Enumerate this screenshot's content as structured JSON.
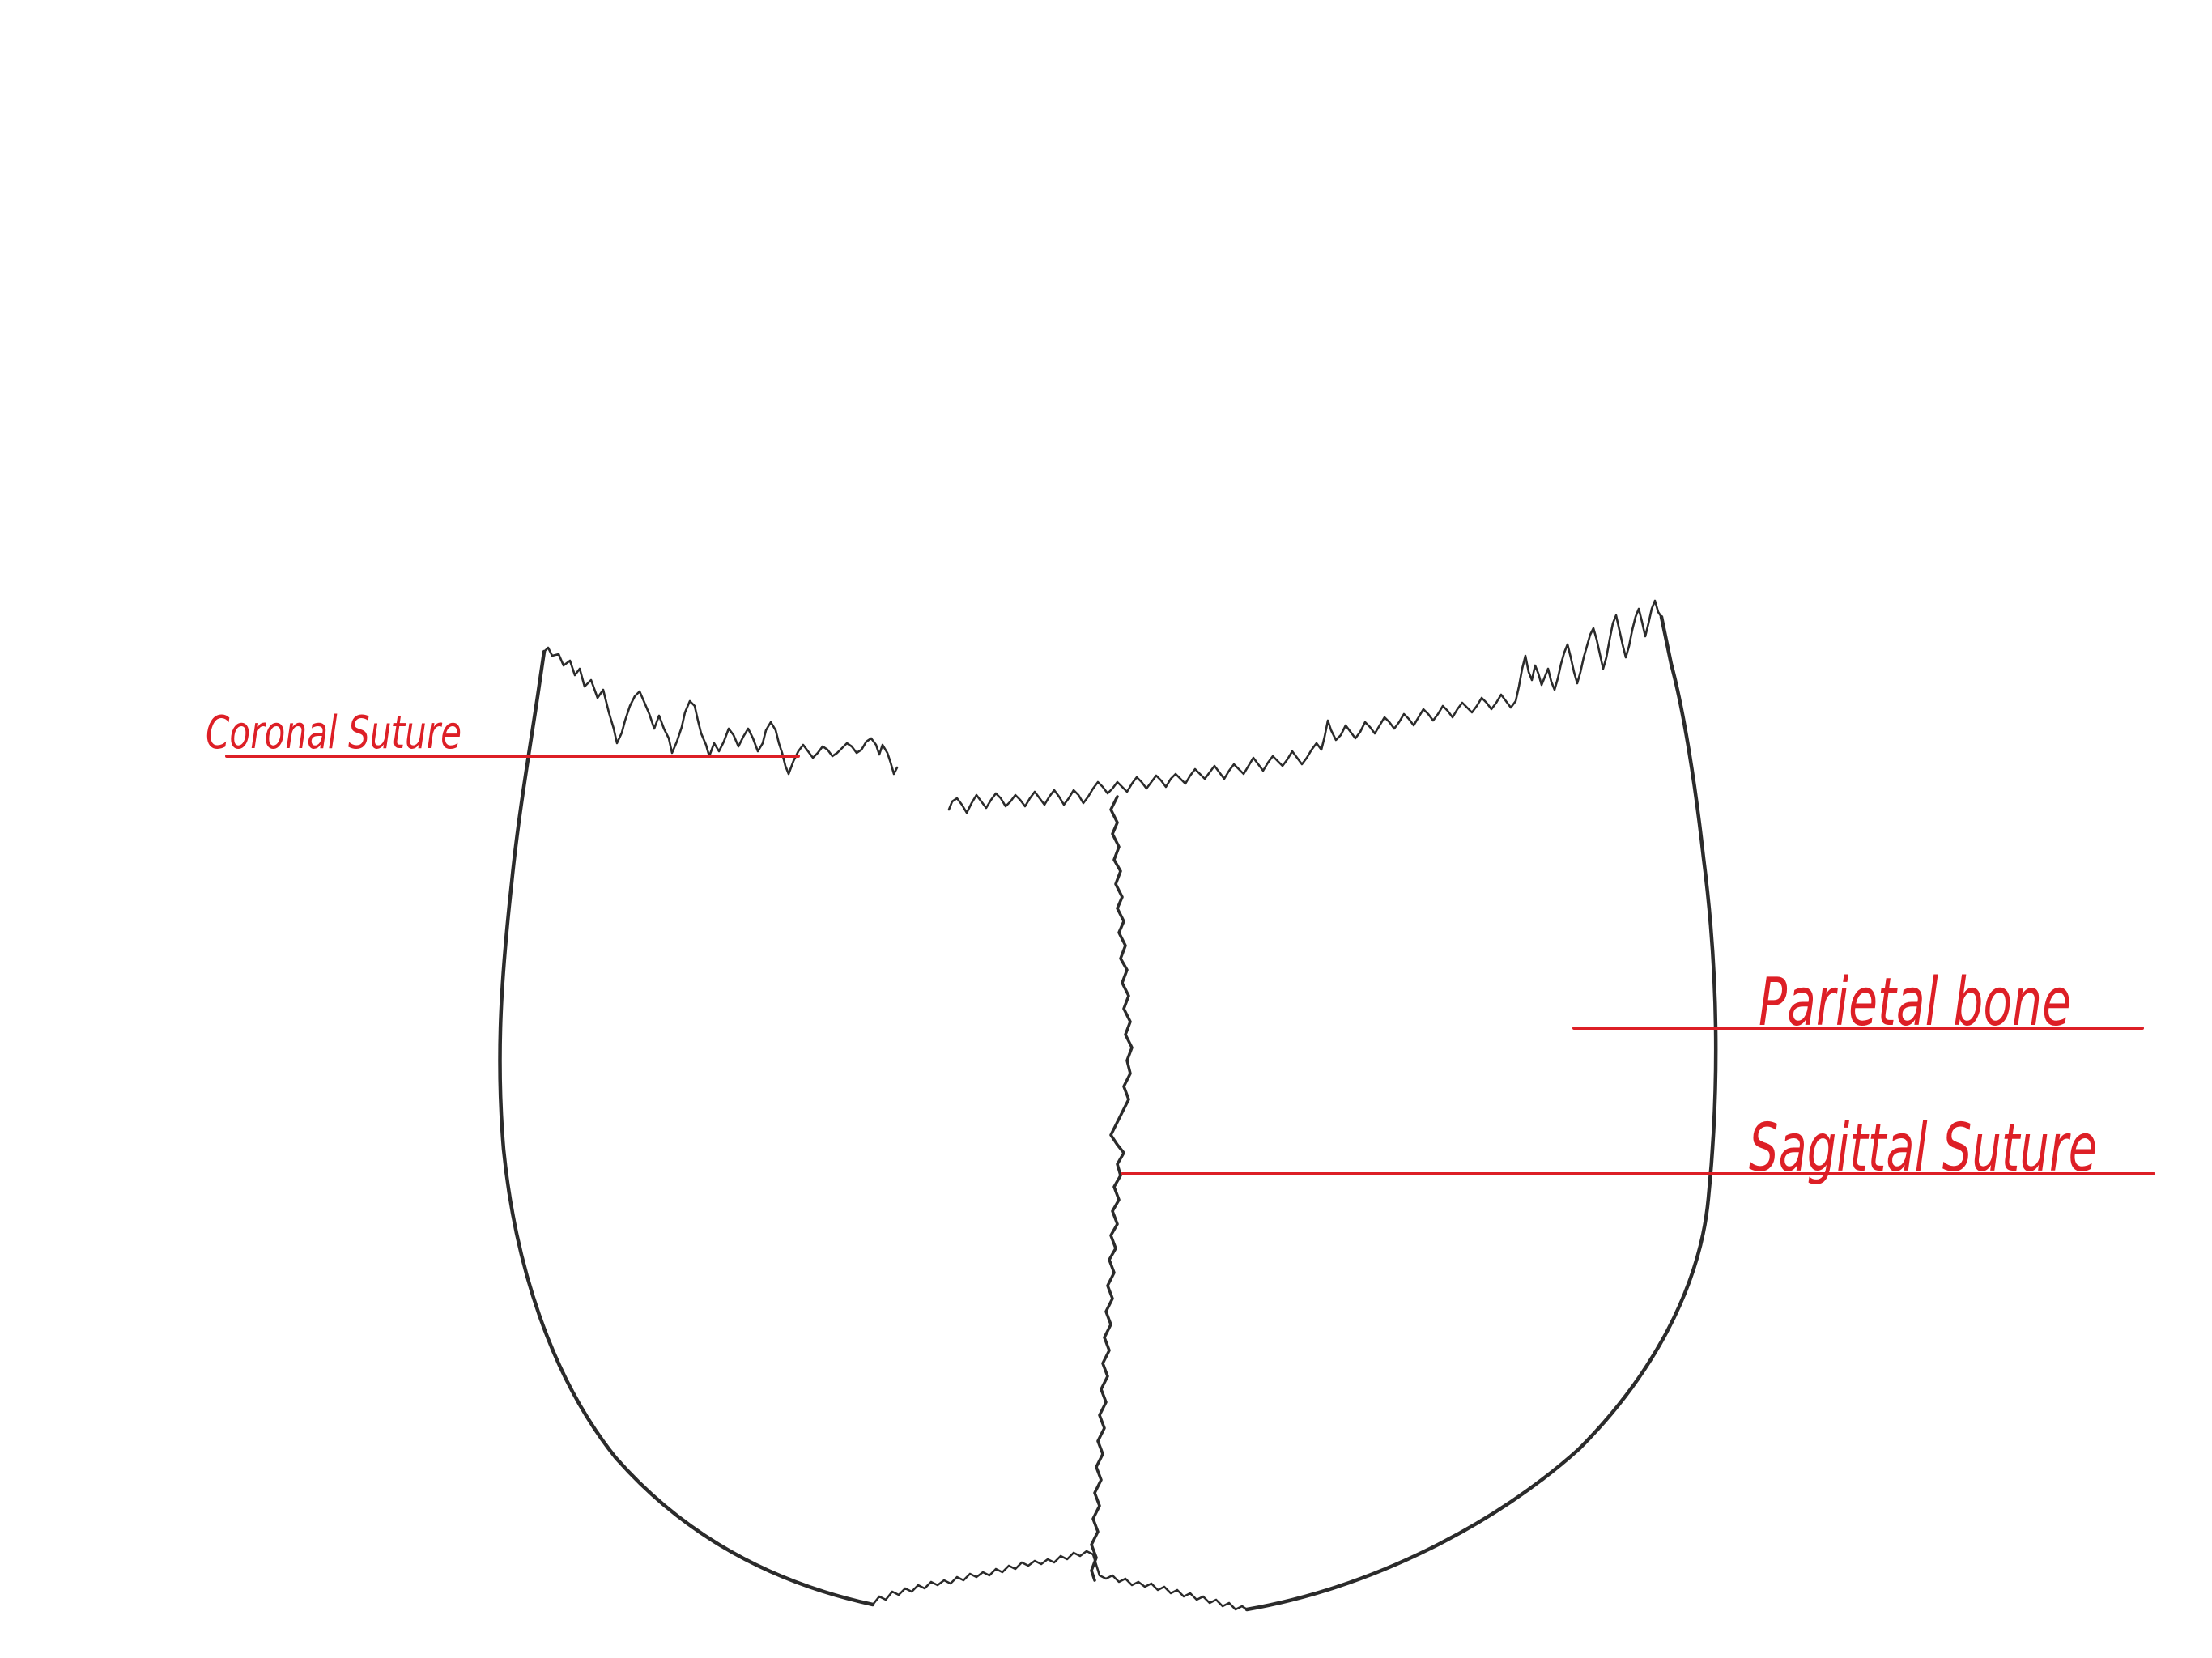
{
  "labels": {
    "coronal": "Coronal Suture",
    "parietal": "Parietal bone",
    "sagittal": "Sagittal Suture"
  },
  "colors": {
    "ink": "#2b2b2b",
    "annotation": "#dd1f26",
    "background": "#ffffff"
  }
}
